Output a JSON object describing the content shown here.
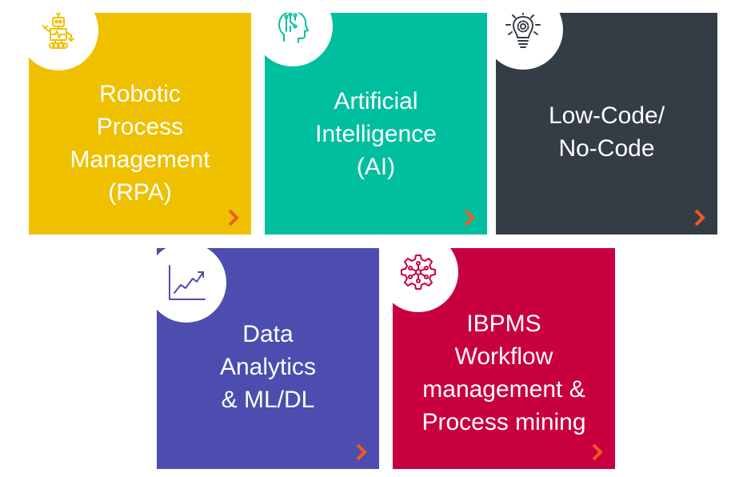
{
  "tiles": [
    {
      "id": "rpa",
      "label": "Robotic\nProcess\nManagement\n(RPA)",
      "color": "#EFC000",
      "icon": "robot-icon",
      "icon_color": "#EFC000"
    },
    {
      "id": "ai",
      "label": "Artificial\nIntelligence\n(AI)",
      "color": "#00BF9F",
      "icon": "ai-head-icon",
      "icon_color": "#00BF9F"
    },
    {
      "id": "lc",
      "label": "Low-Code/\nNo-Code",
      "color": "#343D46",
      "icon": "lightbulb-gear-icon",
      "icon_color": "#343D46"
    },
    {
      "id": "da",
      "label": "Data\nAnalytics\n& ML/DL",
      "color": "#4C4DAF",
      "icon": "trend-chart-icon",
      "icon_color": "#4C4DAF"
    },
    {
      "id": "ib",
      "label": "IBPMS\nWorkflow\nmanagement &\nProcess mining",
      "color": "#C8003F",
      "icon": "network-gear-icon",
      "icon_color": "#C8003F"
    }
  ],
  "accent": {
    "chevron": "#F05A22",
    "chevron_icon": "chevron-right-icon"
  }
}
